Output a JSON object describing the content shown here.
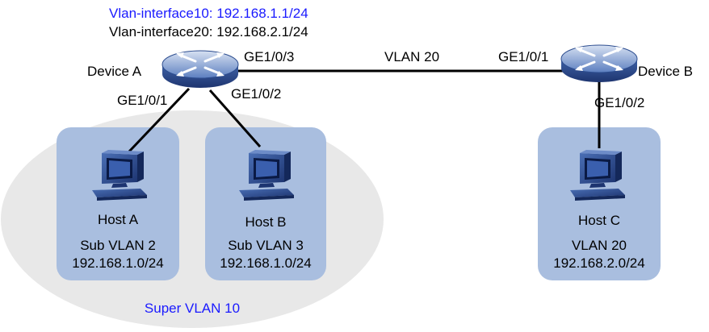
{
  "colors": {
    "super_vlan_fill": "#e8e8e8",
    "sub_vlan_fill": "#a9bedf",
    "link": "#000000",
    "accent_text": "#1a1aff"
  },
  "device_a": {
    "name": "Device A",
    "vlanif10": "Vlan-interface10: 192.168.1.1/24",
    "vlanif20": "Vlan-interface20: 192.168.2.1/24",
    "port_to_host_a": "GE1/0/1",
    "port_to_host_b": "GE1/0/2",
    "port_to_device_b": "GE1/0/3",
    "icon": "router-icon"
  },
  "device_b": {
    "name": "Device B",
    "port_to_device_a": "GE1/0/1",
    "port_to_host_c": "GE1/0/2",
    "icon": "router-icon"
  },
  "trunk_link": {
    "label": "VLAN 20"
  },
  "super_vlan": {
    "label": "Super VLAN 10"
  },
  "hosts": [
    {
      "name": "Host A",
      "vlan": "Sub VLAN 2",
      "subnet": "192.168.1.0/24",
      "icon": "pc-icon"
    },
    {
      "name": "Host B",
      "vlan": "Sub VLAN 3",
      "subnet": "192.168.1.0/24",
      "icon": "pc-icon"
    },
    {
      "name": "Host C",
      "vlan": "VLAN 20",
      "subnet": "192.168.2.0/24",
      "icon": "pc-icon"
    }
  ]
}
